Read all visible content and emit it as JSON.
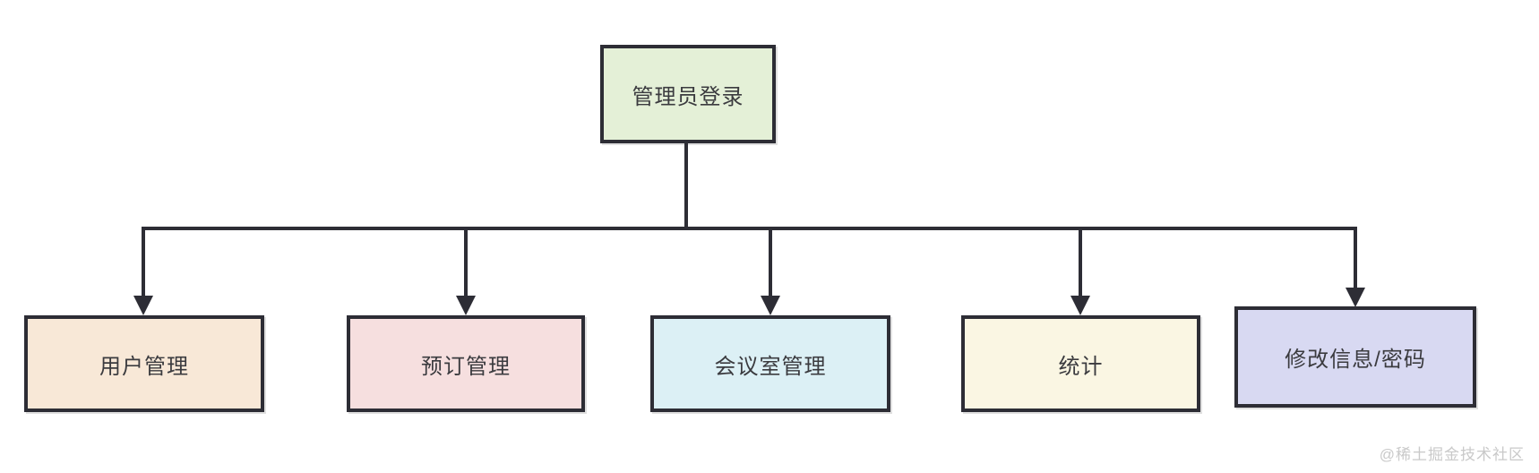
{
  "diagram": {
    "type": "flowchart",
    "stroke_color": "#2d2d35",
    "text_color": "#3b3b3f",
    "root": {
      "id": "admin-login",
      "label": "管理员登录",
      "fill": "#e4f0d7"
    },
    "children": [
      {
        "id": "user-management",
        "label": "用户管理",
        "fill": "#f8e8d7"
      },
      {
        "id": "booking-management",
        "label": "预订管理",
        "fill": "#f6dfdf"
      },
      {
        "id": "meeting-room-management",
        "label": "会议室管理",
        "fill": "#dcf0f5"
      },
      {
        "id": "statistics",
        "label": "统计",
        "fill": "#faf6e3"
      },
      {
        "id": "modify-info-password",
        "label": "修改信息/密码",
        "fill": "#d8d9f2"
      }
    ],
    "edges": [
      {
        "from": "admin-login",
        "to": "user-management"
      },
      {
        "from": "admin-login",
        "to": "booking-management"
      },
      {
        "from": "admin-login",
        "to": "meeting-room-management"
      },
      {
        "from": "admin-login",
        "to": "statistics"
      },
      {
        "from": "admin-login",
        "to": "modify-info-password"
      }
    ]
  },
  "watermark": {
    "text": "@稀土掘金技术社区",
    "color": "#c9c9c9"
  }
}
